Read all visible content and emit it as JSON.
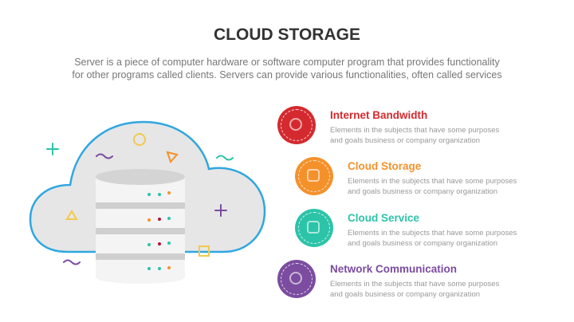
{
  "header": {
    "title": "CLOUD STORAGE",
    "subtitle_line1": "Server is a piece of computer hardware or software computer program that provides functionality",
    "subtitle_line2": "for other programs called clients. Servers can provide various functionalities, often called services"
  },
  "items": [
    {
      "title": "Internet Bandwidth",
      "desc1": "Elements in the subjects that have some purposes",
      "desc2": "and goals business or company organization",
      "color": "#d42a2f",
      "icon": "bandwidth-icon"
    },
    {
      "title": "Cloud Storage",
      "desc1": "Elements in the subjects that have some purposes",
      "desc2": "and goals business or company organization",
      "color": "#f5912b",
      "icon": "cloud-storage-icon"
    },
    {
      "title": "Cloud Service",
      "desc1": "Elements in the subjects that have some purposes",
      "desc2": "and goals business or company organization",
      "color": "#2cc4a9",
      "icon": "cloud-service-icon"
    },
    {
      "title": "Network Communication",
      "desc1": "Elements in the subjects that have some purposes",
      "desc2": "and goals business or company organization",
      "color": "#7b4c9f",
      "icon": "network-icon"
    }
  ]
}
